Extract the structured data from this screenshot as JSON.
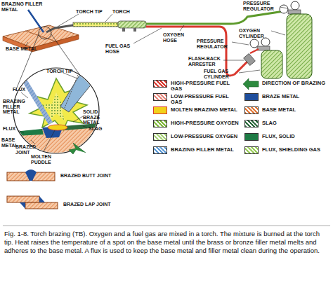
{
  "diagram": {
    "caption": "Fig. 1-8. Torch brazing (TB). Oxygen and a fuel gas are mixed in a torch. The mixture is burned at the torch tip. Heat raises the temperature of a spot on the base metal until the brass or bronze filler metal melts and adheres to the base metal. A flux is used to keep the base metal and filler metal clean during the operation.",
    "labels": [
      "PRESSURE REGULATOR",
      "OXYGEN CYLINDER",
      "BRAZING FILLER METAL",
      "TORCH TIP",
      "TORCH",
      "OXYGEN HOSE",
      "BASE METAL",
      "FUEL GAS HOSE",
      "PRESSURE REGULATOR",
      "FLASH-BACK ARRESTER",
      "FUEL GAS CYLINDER",
      "TORCH TIP",
      "FLUX",
      "BRAZING FILLER METAL",
      "SOLID BRAZE METAL",
      "SLAG",
      "FLUX",
      "BASE METAL",
      "BRAZED JOINT",
      "MOLTEN PUDDLE",
      "BRAZED BUTT JOINT",
      "BRAZED LAP JOINT"
    ],
    "legend": [
      {
        "text": "HIGH-PRESSURE FUEL GAS",
        "color": "#d9382e"
      },
      {
        "text": "LOW-PRESSURE FUEL GAS",
        "color": "#e58a7f"
      },
      {
        "text": "MOLTEN BRAZING METAL",
        "color": "#f2d21b"
      },
      {
        "text": "HIGH-PRESSURE OXYGEN",
        "color": "#7fb83a"
      },
      {
        "text": "LOW-PRESSURE OXYGEN",
        "color": "#a9d27a"
      },
      {
        "text": "BRAZING FILLER METAL",
        "color": "#5f9bd6"
      },
      {
        "text": "DIRECTION OF BRAZING"
      },
      {
        "text": "BRAZE METAL",
        "color": "#1f4e9c"
      },
      {
        "text": "BASE METAL",
        "color": "#e07a3c"
      },
      {
        "text": "SLAG",
        "color": "#2d6a3e"
      },
      {
        "text": "FLUX, SOLID",
        "color": "#1e7b45"
      },
      {
        "text": "FLUX, SHIELDING GAS",
        "color": "#9acd5a"
      }
    ]
  }
}
